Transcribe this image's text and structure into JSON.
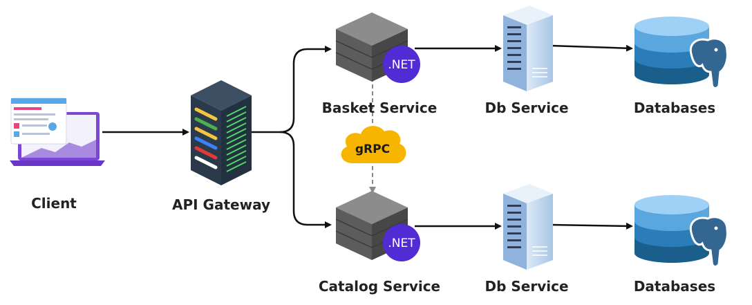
{
  "nodes": {
    "client": {
      "label": "Client"
    },
    "api_gateway": {
      "label": "API Gateway"
    },
    "basket_service": {
      "label": "Basket Service",
      "badge": ".NET"
    },
    "catalog_service": {
      "label": "Catalog Service",
      "badge": ".NET"
    },
    "basket_db_service": {
      "label": "Db Service"
    },
    "catalog_db_service": {
      "label": "Db Service"
    },
    "basket_databases": {
      "label": "Databases"
    },
    "catalog_databases": {
      "label": "Databases"
    }
  },
  "edges": {
    "grpc": {
      "label": "gRPC",
      "style": "dashed"
    }
  },
  "colors": {
    "dotnet_purple": "#512bd4",
    "grpc_yellow": "#f7b500",
    "db_blue": "#1f7fbf",
    "postgres_blue": "#336791",
    "rack_dark": "#2f3d4c",
    "server_gray": "#6b6b6b",
    "arrow": "#111111"
  },
  "icons": {
    "client": "laptop-icon",
    "api_gateway": "server-rack-icon",
    "services": "server-stack-icon",
    "db_service": "server-tower-icon",
    "databases": "database-cylinder-icon",
    "postgres": "postgresql-elephant-icon",
    "grpc": "cloud-icon"
  }
}
